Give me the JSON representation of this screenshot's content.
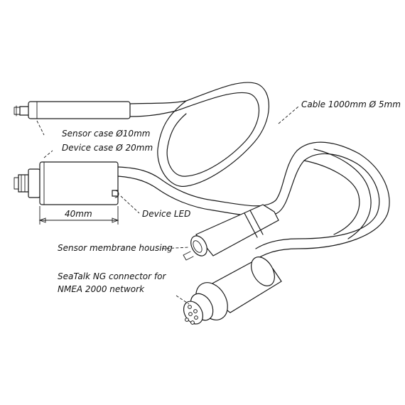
{
  "labels": {
    "cable": "Cable 1000mm Ø 5mm",
    "sensor_case": "Sensor case Ø10mm",
    "device_case": "Device case Ø 20mm",
    "length_dimension": "40mm",
    "device_led": "Device LED",
    "sensor_membrane_housing": "Sensor membrane housing",
    "seatalk_connector_line1": "SeaTalk NG connector for",
    "seatalk_connector_line2": "NMEA 2000 network"
  }
}
